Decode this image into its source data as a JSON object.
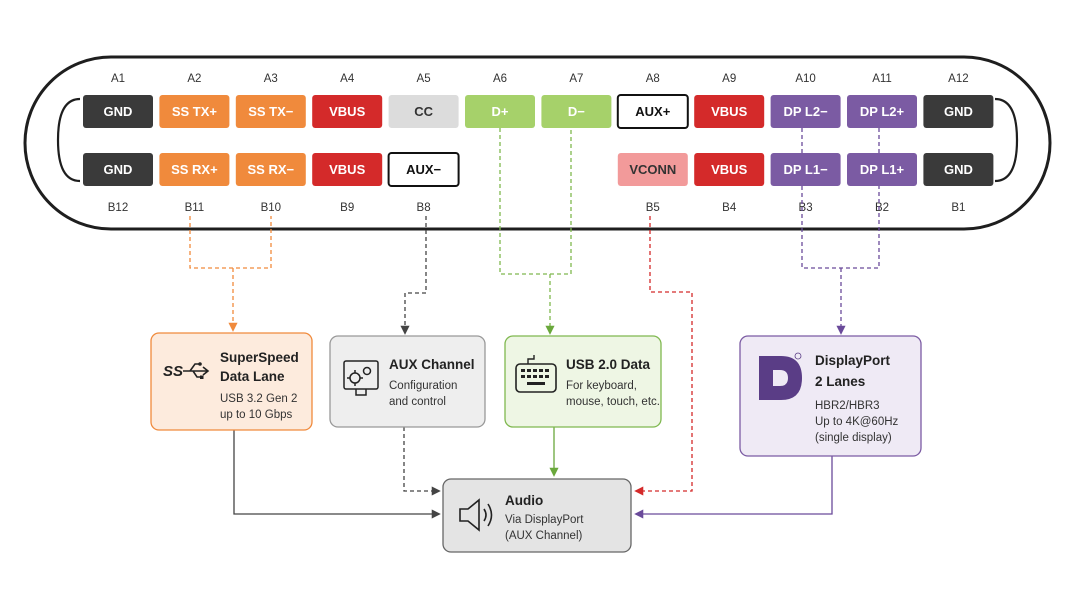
{
  "colors": {
    "orange": "#f08a3c",
    "red": "#d42a2a",
    "light_gray": "#dcdcdc",
    "green": "#a6d16a",
    "purple": "#7b5ba3",
    "dark": "#3a3a3a",
    "pink": "#f29a9a",
    "orange_box_fill": "#fdebdd",
    "gray_box_fill": "#eeeeee",
    "green_box_fill": "#eef6e4",
    "purple_box_fill": "#efeaf5",
    "audio_box_fill": "#e4e4e4"
  },
  "connector": {
    "top_row": [
      {
        "num": "A1",
        "label": "GND",
        "style": "dark"
      },
      {
        "num": "A2",
        "label": "SS TX+",
        "style": "orange"
      },
      {
        "num": "A3",
        "label": "SS TX−",
        "style": "orange"
      },
      {
        "num": "A4",
        "label": "VBUS",
        "style": "red"
      },
      {
        "num": "A5",
        "label": "CC",
        "style": "light_gray"
      },
      {
        "num": "A6",
        "label": "D+",
        "style": "green"
      },
      {
        "num": "A7",
        "label": "D−",
        "style": "green"
      },
      {
        "num": "A8",
        "label": "AUX+",
        "style": "outline"
      },
      {
        "num": "A9",
        "label": "VBUS",
        "style": "red"
      },
      {
        "num": "A10",
        "label": "DP L2−",
        "style": "purple"
      },
      {
        "num": "A11",
        "label": "DP L2+",
        "style": "purple"
      },
      {
        "num": "A12",
        "label": "GND",
        "style": "dark"
      }
    ],
    "bottom_row": [
      {
        "num": "B12",
        "label": "GND",
        "style": "dark"
      },
      {
        "num": "B11",
        "label": "SS RX+",
        "style": "orange"
      },
      {
        "num": "B10",
        "label": "SS RX−",
        "style": "orange"
      },
      {
        "num": "B9",
        "label": "VBUS",
        "style": "red"
      },
      {
        "num": "B8",
        "label": "AUX−",
        "style": "outline"
      },
      {
        "num": "",
        "label": "",
        "style": "empty"
      },
      {
        "num": "",
        "label": "",
        "style": "empty"
      },
      {
        "num": "B5",
        "label": "VCONN",
        "style": "pink"
      },
      {
        "num": "B4",
        "label": "VBUS",
        "style": "red"
      },
      {
        "num": "B3",
        "label": "DP L1−",
        "style": "purple"
      },
      {
        "num": "B2",
        "label": "DP L1+",
        "style": "purple"
      },
      {
        "num": "B1",
        "label": "GND",
        "style": "dark"
      }
    ]
  },
  "boxes": {
    "superspeed": {
      "title_line1": "SuperSpeed",
      "title_line2": "Data Lane",
      "detail1": "USB 3.2 Gen 2",
      "detail2": "up to 10 Gbps",
      "icon": "usb-superspeed-icon",
      "icon_text": "SS"
    },
    "aux": {
      "title": "AUX Channel",
      "detail1": "Configuration",
      "detail2": "and control",
      "icon": "gear-settings-icon"
    },
    "usb2": {
      "title": "USB 2.0 Data",
      "detail1": "For keyboard,",
      "detail2": "mouse, touch, etc.",
      "icon": "keyboard-icon"
    },
    "displayport": {
      "title_line1": "DisplayPort",
      "title_line2": "2 Lanes",
      "detail1": "HBR2/HBR3",
      "detail2": "Up to 4K@60Hz",
      "detail3": "(single display)",
      "icon": "displayport-logo-icon"
    },
    "audio": {
      "title": "Audio",
      "detail1": "Via DisplayPort",
      "detail2": "(AUX Channel)",
      "icon": "speaker-icon"
    }
  }
}
